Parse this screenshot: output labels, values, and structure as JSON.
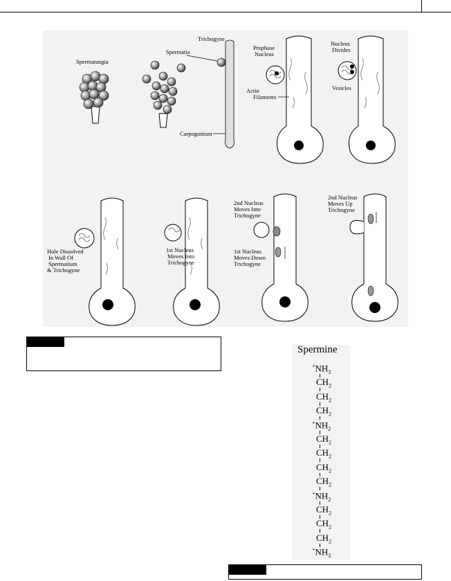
{
  "figure": {
    "labels": {
      "spermatangia": "Spermatangia",
      "spermatia": "Spermatia",
      "trichogyne": "Trichogyne",
      "carpogonium": "Carpogonium",
      "prophase_1": "Prophase",
      "prophase_2": "Nucleus",
      "actin_1": "Actin",
      "actin_2": "Filaments",
      "divides_1": "Nucleus",
      "divides_2": "Divides",
      "vesicles": "Vesicles",
      "hole_1": "Hole Dissolved",
      "hole_2": "In Wall Of",
      "hole_3": "Spermatium",
      "hole_4": "& Trichogyne",
      "first_into_1": "1st Nucleus",
      "first_into_2": "Moves Into",
      "first_into_3": "Trichogyne",
      "second_into_1": "2nd Nucleus",
      "second_into_2": "Moves Into",
      "second_into_3": "Trichogyne",
      "first_down_1": "1st Nucleus",
      "first_down_2": "Moves Down",
      "first_down_3": "Trichogyne",
      "second_up_1": "2nd Nucleus",
      "second_up_2": "Moves Up",
      "second_up_3": "Trichogyne"
    }
  },
  "caption_left": {
    "text": ""
  },
  "caption_right": {
    "text": ""
  },
  "spermine": {
    "title": "Spermine",
    "groups": [
      {
        "charge": "+",
        "base": "NH",
        "sub": "3"
      },
      {
        "charge": "",
        "base": "CH",
        "sub": "2"
      },
      {
        "charge": "",
        "base": "CH",
        "sub": "2"
      },
      {
        "charge": "",
        "base": "CH",
        "sub": "2"
      },
      {
        "charge": "+",
        "base": "NH",
        "sub": "2"
      },
      {
        "charge": "",
        "base": "CH",
        "sub": "2"
      },
      {
        "charge": "",
        "base": "CH",
        "sub": "2"
      },
      {
        "charge": "",
        "base": "CH",
        "sub": "2"
      },
      {
        "charge": "",
        "base": "CH",
        "sub": "2"
      },
      {
        "charge": "+",
        "base": "NH",
        "sub": "2"
      },
      {
        "charge": "",
        "base": "CH",
        "sub": "2"
      },
      {
        "charge": "",
        "base": "CH",
        "sub": "2"
      },
      {
        "charge": "",
        "base": "CH",
        "sub": "2"
      },
      {
        "charge": "+",
        "base": "NH",
        "sub": "3"
      }
    ]
  }
}
